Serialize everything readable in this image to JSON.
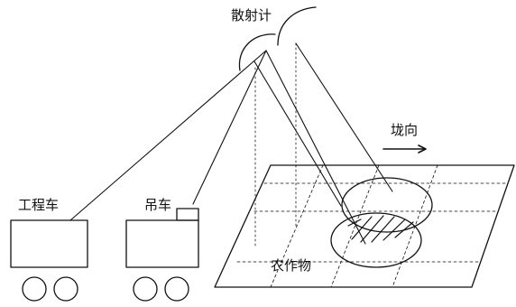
{
  "labels": {
    "scatterometer": "散射计",
    "ridge_direction": "垅向",
    "engineering_vehicle": "工程车",
    "crane": "吊车",
    "crops": "农作物"
  },
  "colors": {
    "ink": "#111111",
    "background": "#ffffff"
  }
}
